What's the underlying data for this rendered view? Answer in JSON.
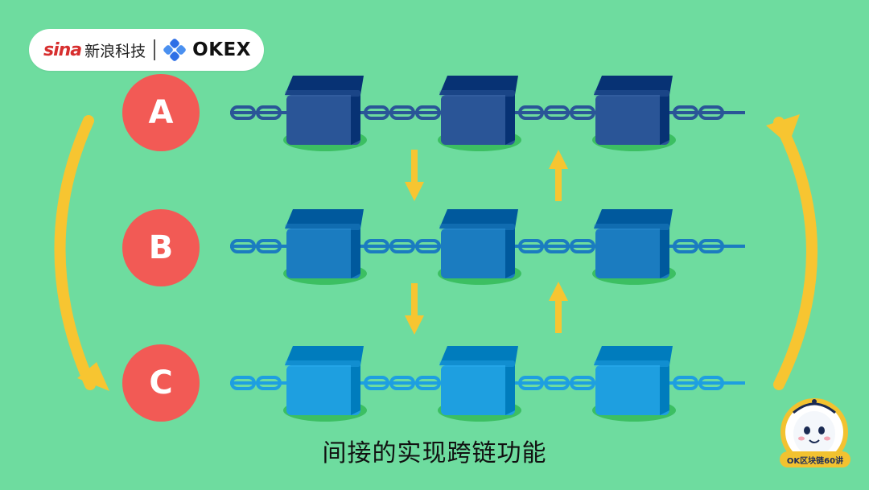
{
  "header": {
    "sina_mark": "sina",
    "sina_tech": "新浪科技",
    "okex_text": "OKEX"
  },
  "rows": [
    {
      "label": "A",
      "color": "#2a5597"
    },
    {
      "label": "B",
      "color": "#1b7cc0"
    },
    {
      "label": "C",
      "color": "#1e9fe0"
    }
  ],
  "caption": "间接的实现跨链功能",
  "mascot": {
    "ribbon_text": "OK区块链60讲"
  },
  "colors": {
    "background": "#6edc9f",
    "row_label_bg": "#f25a55",
    "arrow": "#f7c531",
    "shadow": "#3cbf62"
  }
}
